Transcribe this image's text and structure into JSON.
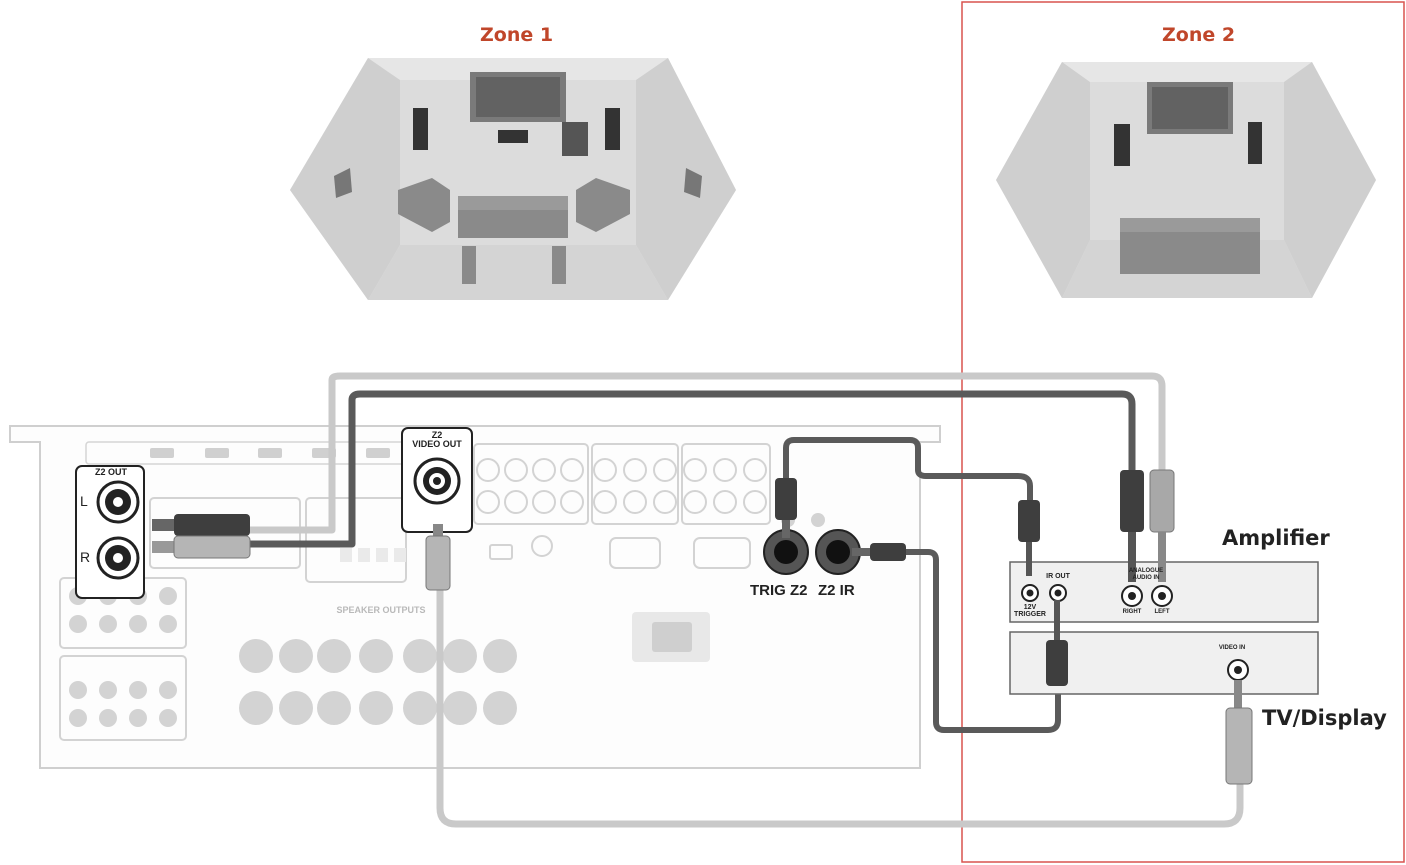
{
  "zones": {
    "zone1": "Zone 1",
    "zone2": "Zone 2"
  },
  "receiver": {
    "z2_out": "Z2 OUT",
    "left": "L",
    "right": "R",
    "z2_video_out": "Z2\nVIDEO OUT",
    "speaker_outputs": "SPEAKER OUTPUTS",
    "trig_z2": "TRIG Z2",
    "z2_ir": "Z2 IR"
  },
  "amplifier": {
    "label": "Amplifier",
    "trigger": "12V\nTRIGGER",
    "ir_out": "IR OUT",
    "analogue_in": "ANALOGUE\nAUDIO IN",
    "right": "RIGHT",
    "left": "LEFT"
  },
  "display": {
    "label": "TV/Display",
    "video_in": "VIDEO IN"
  },
  "colors": {
    "accent": "#c0462a",
    "zone_border": "#d9534f",
    "cable_dark": "#5a5a5a",
    "cable_light": "#c8c8c8"
  }
}
